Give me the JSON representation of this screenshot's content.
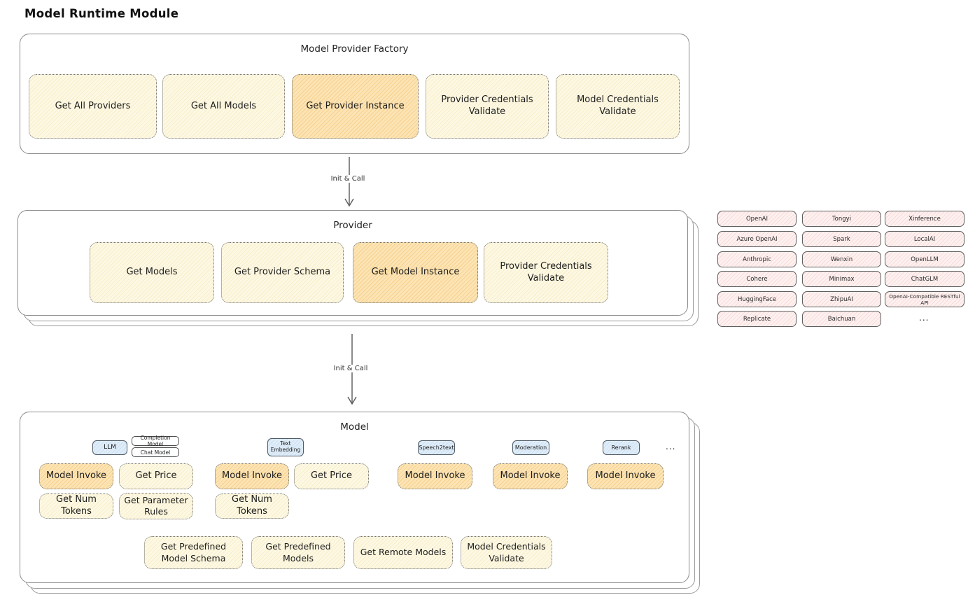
{
  "diagram_title": "Model Runtime Module",
  "factory": {
    "title": "Model Provider Factory",
    "items": [
      {
        "label": "Get All Providers"
      },
      {
        "label": "Get All Models"
      },
      {
        "label": "Get Provider Instance"
      },
      {
        "label": "Provider Credentials Validate"
      },
      {
        "label": "Model Credentials Validate"
      }
    ]
  },
  "arrows": {
    "factory_to_provider": "Init & Call",
    "provider_to_model": "Init & Call"
  },
  "provider": {
    "title": "Provider",
    "items": [
      {
        "label": "Get Models"
      },
      {
        "label": "Get Provider Schema"
      },
      {
        "label": "Get Model Instance"
      },
      {
        "label": "Provider Credentials Validate"
      }
    ]
  },
  "provider_list": {
    "col1": [
      "OpenAI",
      "Azure OpenAI",
      "Anthropic",
      "Cohere",
      "HuggingFace",
      "Replicate"
    ],
    "col2": [
      "Tongyi",
      "Spark",
      "Wenxin",
      "Minimax",
      "ZhipuAI",
      "Baichuan"
    ],
    "col3": [
      "Xinference",
      "LocalAI",
      "OpenLLM",
      "ChatGLM",
      "OpenAI-Compatible RESTful API"
    ],
    "more": "..."
  },
  "model": {
    "title": "Model",
    "tabs": {
      "llm": "LLM",
      "completion": "Completion Model",
      "chat": "Chat Model",
      "embedding": "Text Embedding",
      "speech2text": "Speech2text",
      "moderation": "Moderation",
      "rerank": "Rerank",
      "more": "..."
    },
    "ops": {
      "model_invoke": "Model Invoke",
      "get_price": "Get Price",
      "get_num_tokens": "Get Num Tokens",
      "get_parameter_rules": "Get Parameter Rules"
    },
    "bottom_items": [
      {
        "label": "Get Predefined Model Schema"
      },
      {
        "label": "Get Predefined Models"
      },
      {
        "label": "Get Remote Models"
      },
      {
        "label": "Model Credentials Validate"
      }
    ]
  },
  "colors": {
    "cream_fill": "#fdf6dd",
    "highlight_fill": "#f9d998",
    "pink_fill": "#fcebea",
    "blue_fill": "#d9e9f8",
    "container_border": "#8b8b8b",
    "ink": "#1d1d1d"
  }
}
